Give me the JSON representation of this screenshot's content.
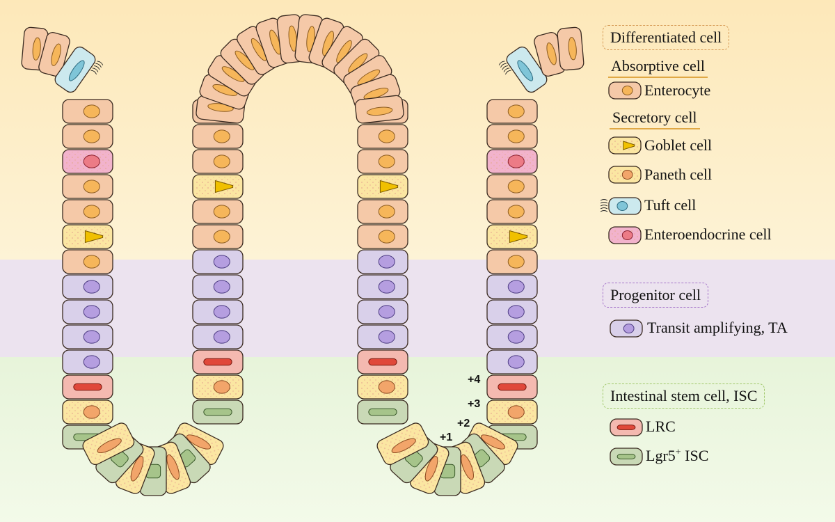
{
  "legend": {
    "differentiated": "Differentiated cell",
    "absorptive": "Absorptive cell",
    "enterocyte": "Enterocyte",
    "secretory": "Secretory cell",
    "goblet": "Goblet cell",
    "paneth": "Paneth cell",
    "tuft": "Tuft cell",
    "enteroendocrine": "Enteroendocrine cell",
    "progenitor": "Progenitor cell",
    "ta": "Transit amplifying, TA",
    "isc": "Intestinal stem cell, ISC",
    "lrc": "LRC",
    "lgr5": "Lgr5",
    "lgr5_sup": "+",
    "lgr5_tail": " ISC"
  },
  "positions": [
    "+1",
    "+2",
    "+3",
    "+4"
  ],
  "colors": {
    "differentiated_band": "#fde8b9",
    "progenitor_band": "#ece3ef",
    "isc_band": "#e7f4da",
    "enterocyte": "#f5c9a8",
    "goblet": "#f0c000",
    "paneth": "#fbe6a2",
    "tuft": "#cce9ee",
    "enteroendocrine": "#f2b3cc",
    "ta": "#d9d0ea",
    "lrc": "#f4b9b0",
    "lgr5": "#c9d9b6"
  }
}
